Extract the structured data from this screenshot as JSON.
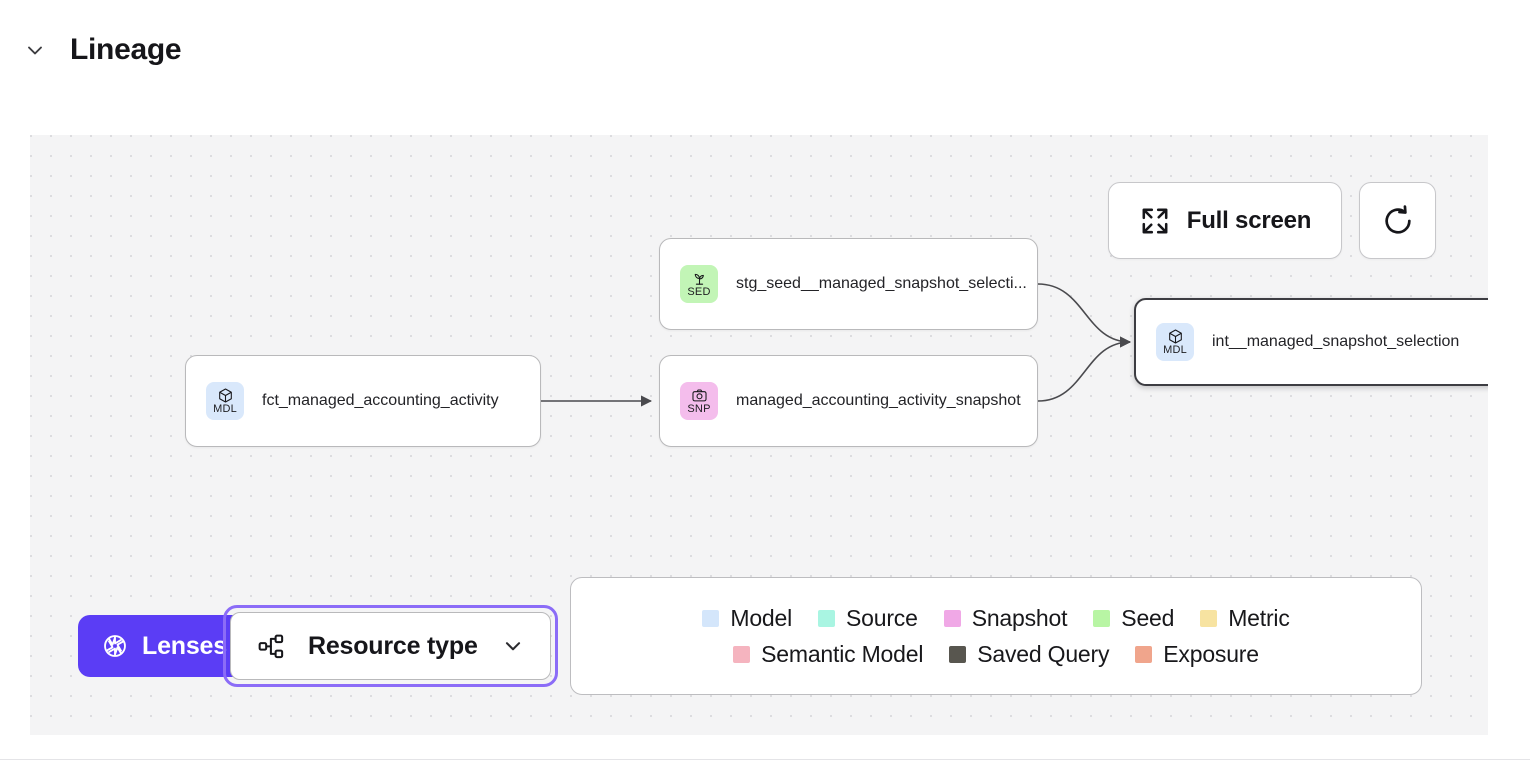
{
  "section": {
    "title": "Lineage",
    "collapse_icon": "chevron-down-icon",
    "expanded": true
  },
  "canvas": {
    "background_color": "#f4f4f5",
    "dot_color": "#dcdcdf",
    "controls": {
      "fullscreen_label": "Full screen",
      "fullscreen_icon": "expand-arrows-icon",
      "refresh_icon": "refresh-icon",
      "refresh_label": ""
    },
    "nodes": [
      {
        "id": "fct",
        "label": "fct_managed_accounting_activity",
        "badge_code": "MDL",
        "badge_icon": "cube-icon",
        "resource_type": "Model",
        "badge_color": "#d9e8fb",
        "selected": false
      },
      {
        "id": "stg",
        "label": "stg_seed__managed_snapshot_selecti...",
        "badge_code": "SED",
        "badge_icon": "sprout-icon",
        "resource_type": "Seed",
        "badge_color": "#c2f5b6",
        "selected": false
      },
      {
        "id": "snap",
        "label": "managed_accounting_activity_snapshot",
        "badge_code": "SNP",
        "badge_icon": "camera-icon",
        "resource_type": "Snapshot",
        "badge_color": "#f4bdec",
        "selected": false
      },
      {
        "id": "int",
        "label": "int__managed_snapshot_selection",
        "badge_code": "MDL",
        "badge_icon": "cube-icon",
        "resource_type": "Model",
        "badge_color": "#d9e8fb",
        "selected": true
      }
    ],
    "edges": [
      {
        "from": "fct",
        "to": "snap"
      },
      {
        "from": "stg",
        "to": "int"
      },
      {
        "from": "snap",
        "to": "int"
      }
    ]
  },
  "toolbar": {
    "lenses_label": "Lenses",
    "lenses_icon": "aperture-icon",
    "lenses_color": "#5b3df5",
    "resource_type_label": "Resource type",
    "resource_type_icon": "hierarchy-icon",
    "resource_type_chevron": "chevron-down-icon",
    "resource_type_focused": true,
    "focus_ring_color": "#8b6cf7"
  },
  "legend": {
    "row1": [
      {
        "label": "Model",
        "color": "#d4e6fb"
      },
      {
        "label": "Source",
        "color": "#a9f5e2"
      },
      {
        "label": "Snapshot",
        "color": "#f0a8e6"
      },
      {
        "label": "Seed",
        "color": "#b8f5a4"
      },
      {
        "label": "Metric",
        "color": "#f7e3a1"
      }
    ],
    "row2": [
      {
        "label": "Semantic Model",
        "color": "#f5b4bf"
      },
      {
        "label": "Saved Query",
        "color": "#58564f"
      },
      {
        "label": "Exposure",
        "color": "#f0a58c"
      }
    ]
  }
}
